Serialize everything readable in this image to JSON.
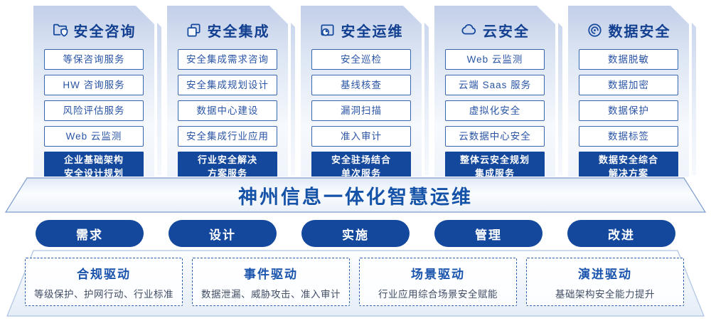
{
  "columns": [
    {
      "title": "安全咨询",
      "icon": "folder-shield-icon",
      "items": [
        "等保咨询服务",
        "HW 咨询服务",
        "风险评估服务",
        "Web 云监测"
      ],
      "footer": [
        "企业基础架构",
        "安全设计规划"
      ]
    },
    {
      "title": "安全集成",
      "icon": "stacked-documents-icon",
      "items": [
        "安全集成需求咨询",
        "安全集成规划设计",
        "数据中心建设",
        "安全集成行业应用"
      ],
      "footer": [
        "行业安全解决",
        "方案服务"
      ]
    },
    {
      "title": "安全运维",
      "icon": "monitor-clock-icon",
      "items": [
        "安全巡检",
        "基线核查",
        "漏洞扫描",
        "准入审计"
      ],
      "footer": [
        "安全驻场结合",
        "单次服务"
      ]
    },
    {
      "title": "云安全",
      "icon": "cloud-icon",
      "items": [
        "Web 云监测",
        "云端 Saas 服务",
        "虚拟化安全",
        "云数据中心安全"
      ],
      "footer": [
        "整体云安全规划",
        "集成服务"
      ]
    },
    {
      "title": "数据安全",
      "icon": "fingerprint-icon",
      "items": [
        "数据脱敏",
        "数据加密",
        "数据保护",
        "数据标签"
      ],
      "footer": [
        "数据安全综合",
        "解决方案"
      ]
    }
  ],
  "banner": {
    "title": "神州信息一体化智慧运维"
  },
  "process_pills": [
    "需求",
    "设计",
    "实施",
    "管理",
    "改进"
  ],
  "drivers": [
    {
      "title": "合规驱动",
      "desc": "等级保护、护网行动、行业标准"
    },
    {
      "title": "事件驱动",
      "desc": "数据泄漏、威胁攻击、准入审计"
    },
    {
      "title": "场景驱动",
      "desc": "行业应用综合场景安全赋能"
    },
    {
      "title": "演进驱动",
      "desc": "基础架构安全能力提升"
    }
  ],
  "colors": {
    "primary": "#14489c",
    "item_border": "#3a66b0",
    "item_text": "#2a55a5",
    "header_text": "#123f90",
    "banner_text": "#1553a8",
    "driver_title": "#1a54ad",
    "driver_desc": "#414e66",
    "card_gradient_top": "#c3cfe9",
    "platform_edge": "#a9c0e4"
  }
}
